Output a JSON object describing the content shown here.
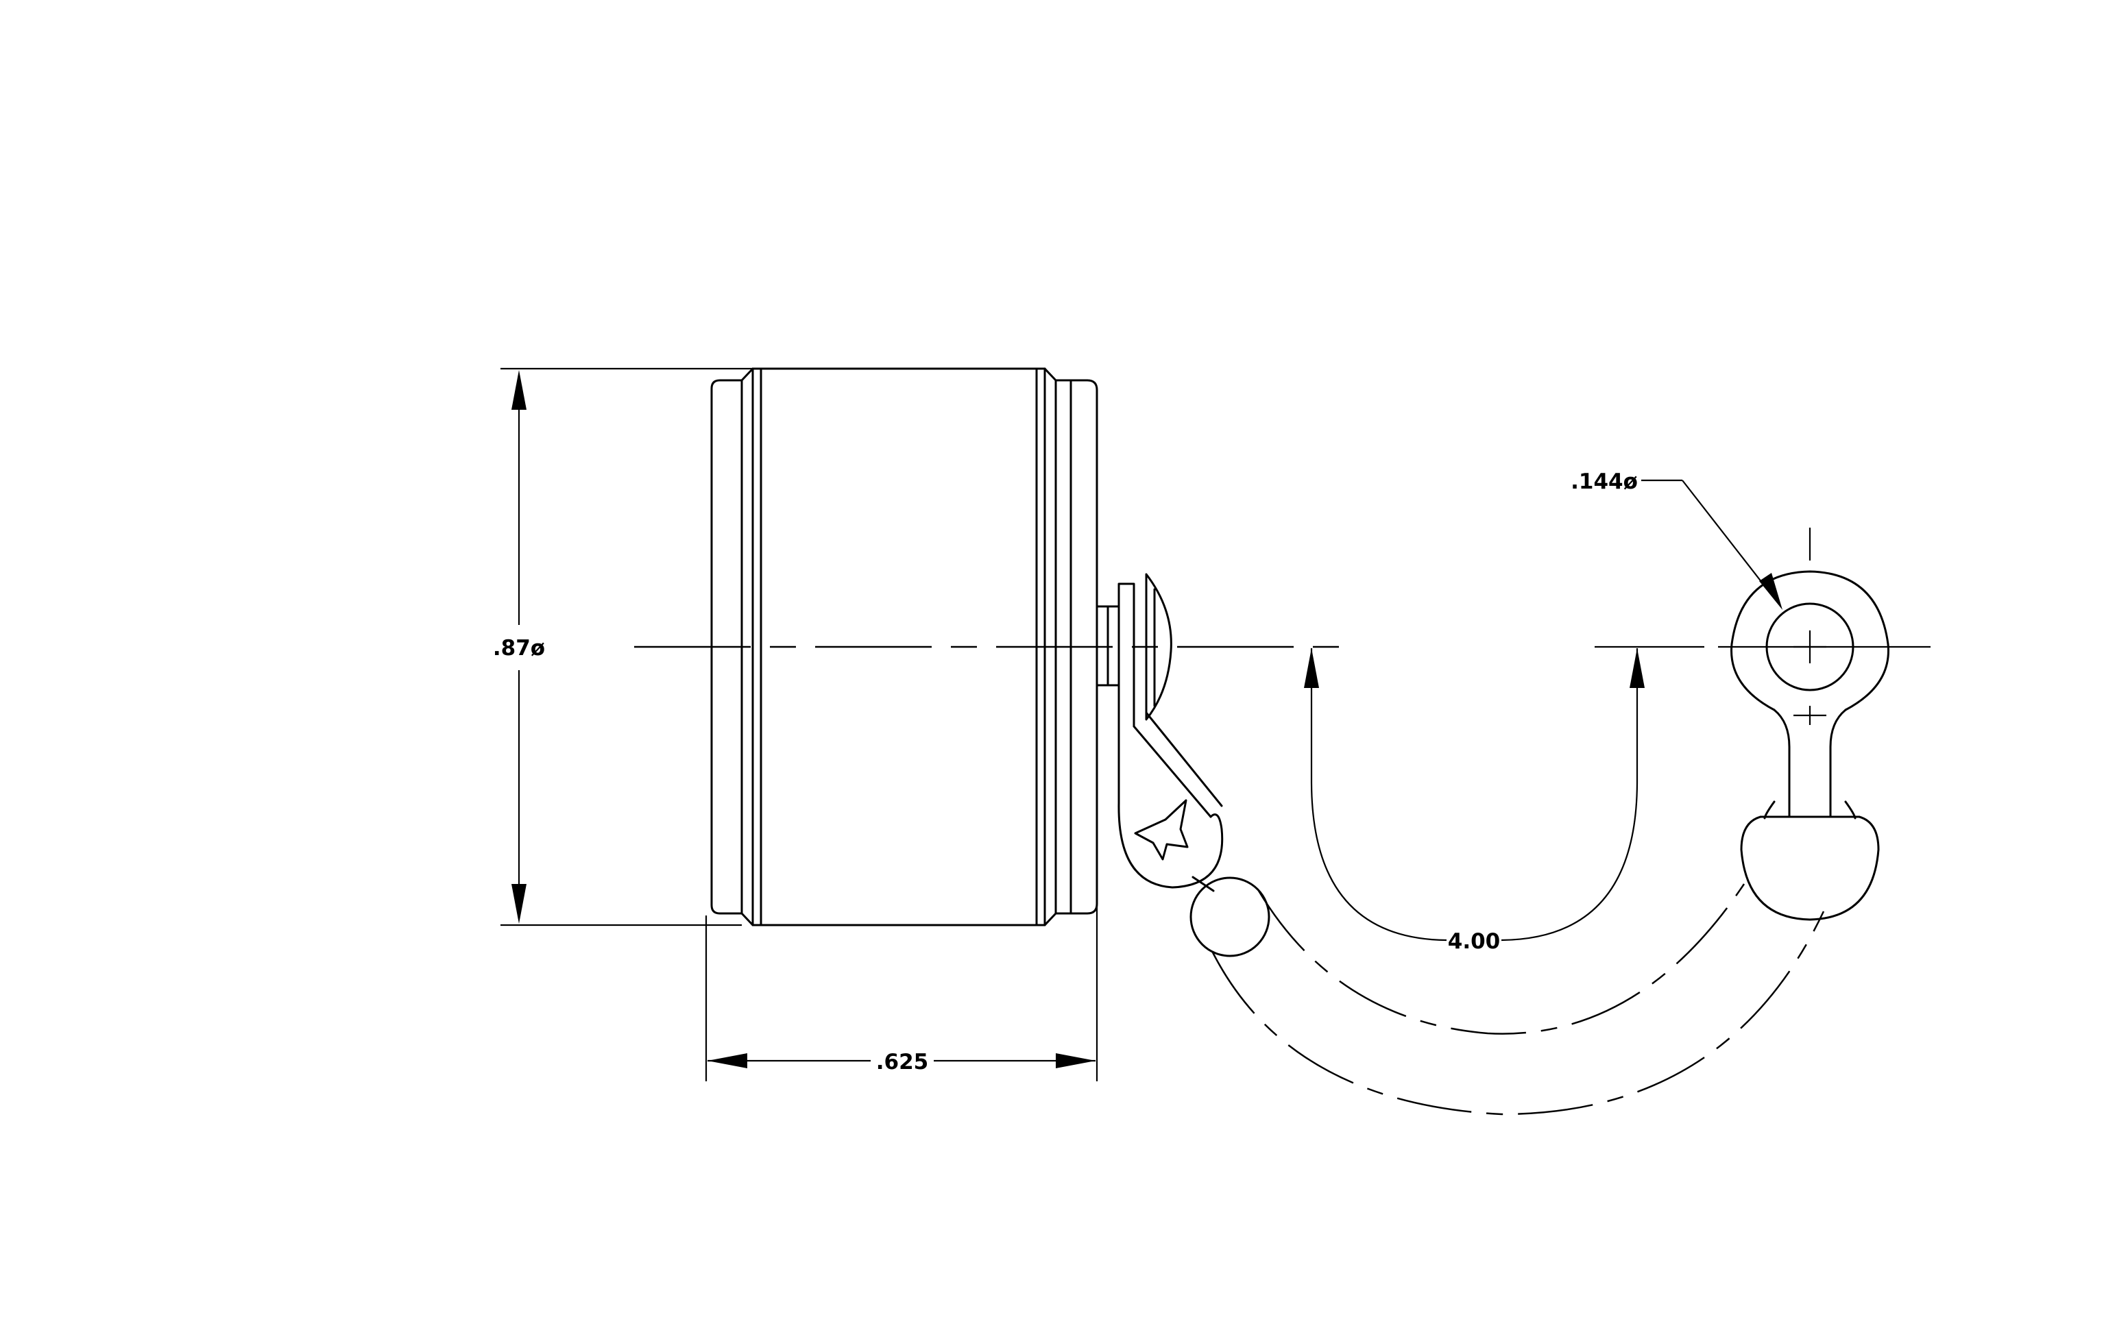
{
  "dimensions": {
    "diameter_label": ".87ø",
    "length_label": ".625",
    "chain_length_label": "4.00",
    "ring_hole_label": ".144ø"
  },
  "colors": {
    "line": "#000000",
    "background": "#ffffff"
  }
}
